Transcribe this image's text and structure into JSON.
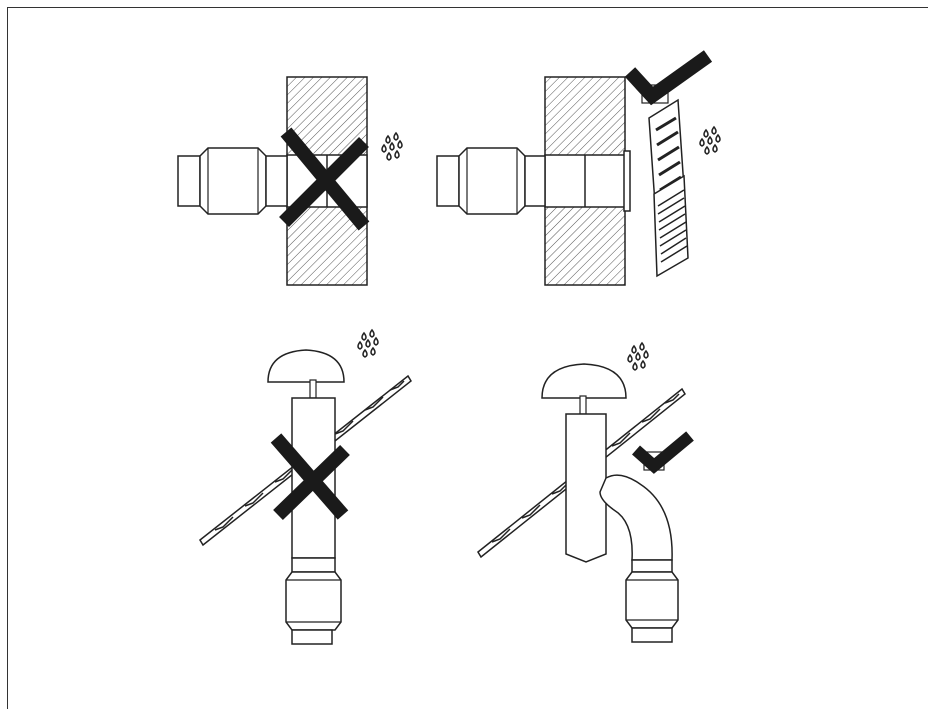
{
  "diagram": {
    "panels": [
      {
        "id": "wall-incorrect",
        "verdict": "incorrect",
        "description_marker": "cross-mark"
      },
      {
        "id": "wall-correct",
        "verdict": "correct",
        "description_marker": "check-mark"
      },
      {
        "id": "roof-incorrect",
        "verdict": "incorrect",
        "description_marker": "cross-mark"
      },
      {
        "id": "roof-correct",
        "verdict": "correct",
        "description_marker": "check-mark"
      }
    ],
    "icons": [
      "rain-icon",
      "cross-icon",
      "check-icon",
      "vent-grille-icon",
      "rain-cap-icon"
    ],
    "colors": {
      "line": "#222222",
      "mark": "#1a1a1a",
      "hatch": "#555555",
      "background": "#ffffff"
    }
  }
}
